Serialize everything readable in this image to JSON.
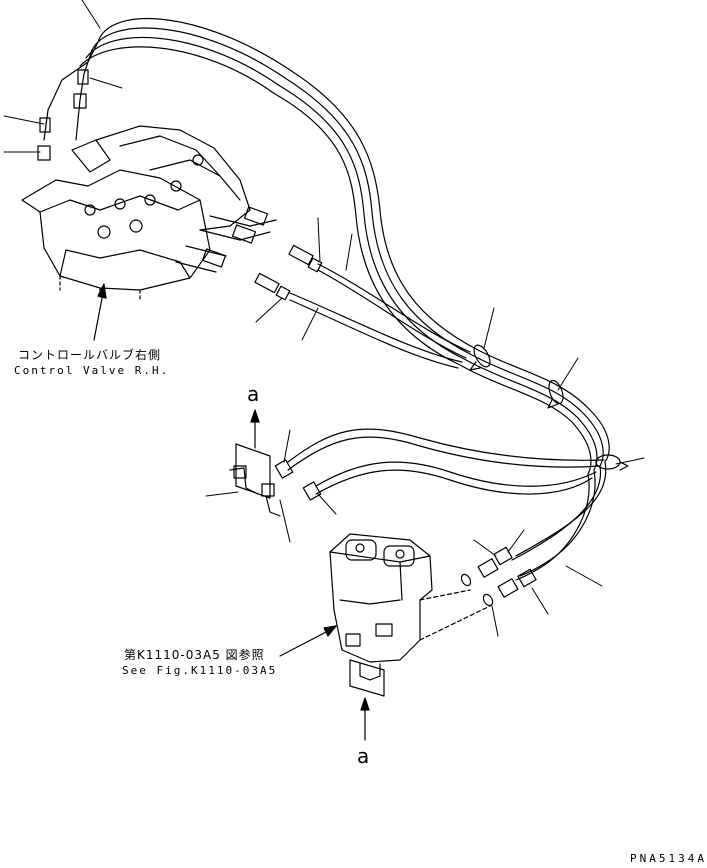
{
  "labels": {
    "control_valve_jp": "コントロールバルブ右側",
    "control_valve_en": "Control Valve R.H.",
    "see_fig_jp": "第K1110-03A5 図参照",
    "see_fig_en": "See Fig.K1110-03A5",
    "view_mark_top": "a",
    "view_mark_bottom": "a",
    "drawing_code": "PNA5134A"
  }
}
